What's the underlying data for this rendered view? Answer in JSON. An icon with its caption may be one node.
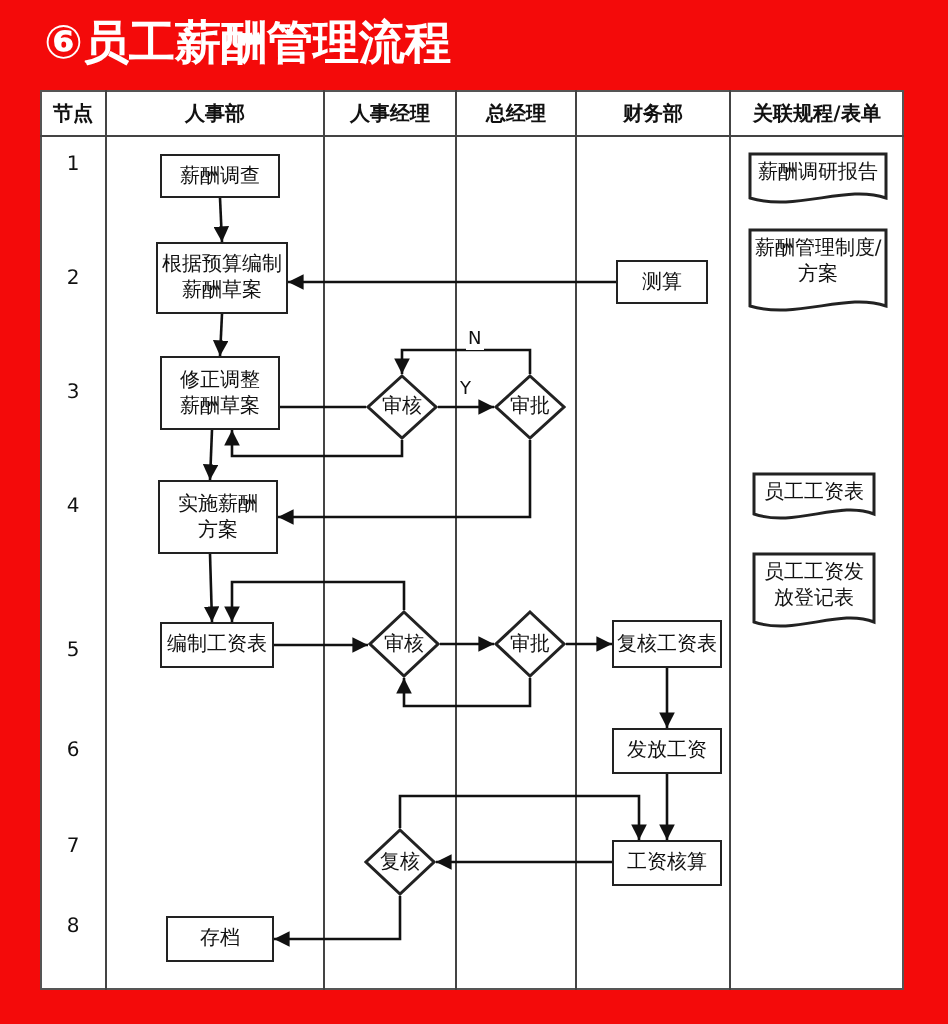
{
  "diagram": {
    "title": "⑥员工薪酬管理流程",
    "nodes": [
      {
        "text": [
          "薪酬调查"
        ]
      },
      {
        "text": [
          "根据预算编制薪酬草案"
        ]
      },
      {
        "text": [
          "测算"
        ]
      },
      {
        "text": [
          "修正调整薪酬草案"
        ]
      },
      {
        "text": [
          "审核"
        ]
      },
      {
        "text": [
          "审批"
        ]
      },
      {
        "text": [
          "实施薪酬方案"
        ]
      },
      {
        "text": [
          "编制工资表"
        ]
      },
      {
        "text": [
          "审核"
        ]
      },
      {
        "text": [
          "审批"
        ]
      },
      {
        "text": [
          "复核工资表"
        ]
      },
      {
        "text": [
          "发放工资"
        ]
      },
      {
        "text": [
          "工资核算"
        ]
      },
      {
        "text": [
          "复核"
        ]
      },
      {
        "text": [
          "存档"
        ]
      },
      {
        "text": [
          "薪酬调研报告"
        ]
      },
      {
        "text": [
          "薪酬管理制度/方案"
        ]
      },
      {
        "text": [
          "员工工资表"
        ]
      },
      {
        "text": [
          "员工工资发放登记表"
        ]
      }
    ],
    "edges": [
      {
        "from": 0,
        "to": 1,
        "arrow": "to"
      },
      {
        "from": 2,
        "to": 1,
        "arrow": "to"
      },
      {
        "from": 1,
        "to": 3,
        "arrow": "to"
      },
      {
        "from": 3,
        "to": 4,
        "arrow": "none"
      },
      {
        "from": 4,
        "to": 5,
        "arrow": "to",
        "label": "Y"
      },
      {
        "from": 5,
        "to": 4,
        "arrow": "to",
        "label": "N"
      },
      {
        "from": 4,
        "to": 3,
        "arrow": "to"
      },
      {
        "from": 3,
        "to": 6,
        "arrow": "to"
      },
      {
        "from": 5,
        "to": 6,
        "arrow": "to"
      },
      {
        "from": 6,
        "to": 7,
        "arrow": "to"
      },
      {
        "from": 7,
        "to": 8,
        "arrow": "to"
      },
      {
        "from": 8,
        "to": 9,
        "arrow": "to"
      },
      {
        "from": 9,
        "to": 10,
        "arrow": "to"
      },
      {
        "from": 9,
        "to": 8,
        "arrow": "to"
      },
      {
        "from": 8,
        "to": 7,
        "arrow": "to"
      },
      {
        "from": 10,
        "to": 11,
        "arrow": "to"
      },
      {
        "from": 11,
        "to": 12,
        "arrow": "to"
      },
      {
        "from": 12,
        "to": 13,
        "arrow": "to"
      },
      {
        "from": 13,
        "to": 12,
        "arrow": "to"
      },
      {
        "from": 13,
        "to": 14,
        "arrow": "to"
      }
    ],
    "labels": [
      "节点",
      "人事部",
      "人事经理",
      "总经理",
      "财务部",
      "关联规程/表单",
      "1",
      "2",
      "3",
      "4",
      "5",
      "6",
      "7",
      "8"
    ]
  }
}
